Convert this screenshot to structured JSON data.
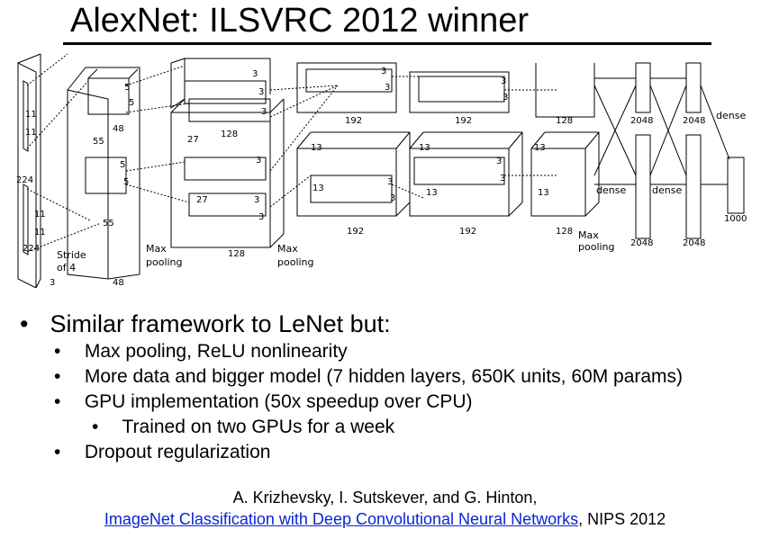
{
  "title": "AlexNet: ILSVRC 2012 winner",
  "diagram": {
    "labels": {
      "in_224_h": "224",
      "in_224_w": "224",
      "in_3": "3",
      "k11a": "11",
      "k11b": "11",
      "k11c": "11",
      "k11d": "11",
      "stride1": "Stride",
      "stride2": "of 4",
      "c1_5a": "5",
      "c1_5b": "5",
      "c1_5c": "5",
      "c1_5d": "5",
      "c1_48a": "48",
      "c1_48b": "48",
      "c1_55a": "55",
      "c1_55b": "55",
      "mp1_a": "Max",
      "mp1_b": "pooling",
      "c2_3a": "3",
      "c2_3b": "3",
      "c2_3c": "3",
      "c2_3d": "3",
      "c2_3e": "3",
      "c2_3f": "3",
      "c2_27a": "27",
      "c2_27b": "27",
      "c2_128a": "128",
      "c2_128b": "128",
      "mp2_a": "Max",
      "mp2_b": "pooling",
      "c3_3a": "3",
      "c3_3b": "3",
      "c3_3c": "3",
      "c3_3d": "3",
      "c3_13a": "13",
      "c3_13b": "13",
      "c3_192a": "192",
      "c3_192b": "192",
      "c4_3a": "3",
      "c4_3b": "3",
      "c4_3c": "3",
      "c4_3d": "3",
      "c4_13a": "13",
      "c4_13b": "13",
      "c4_192a": "192",
      "c4_192b": "192",
      "c5_13a": "13",
      "c5_13b": "13",
      "c5_128a": "128",
      "c5_128b": "128",
      "mp3_a": "Max",
      "mp3_b": "pooling",
      "fc_2048a": "2048",
      "fc_2048b": "2048",
      "fc_2048c": "2048",
      "fc_2048d": "2048",
      "dense_a": "dense",
      "dense_b": "dense",
      "dense_c": "dense",
      "out_1000": "1000"
    }
  },
  "bullets": {
    "main": "Similar framework to LeNet but:",
    "items": [
      "Max pooling, ReLU nonlinearity",
      "More data and bigger model (7 hidden layers, 650K units, 60M params)",
      "GPU implementation (50x speedup over CPU)",
      "Dropout regularization"
    ],
    "sub": "Trained on two GPUs for a week",
    "marker": "•"
  },
  "reference": {
    "authors": "A. Krizhevsky, I. Sutskever, and G. Hinton,",
    "link_text": "ImageNet Classification with Deep Convolutional Neural Networks",
    "venue": ", NIPS 2012",
    "link_color": "#0b24d6"
  }
}
